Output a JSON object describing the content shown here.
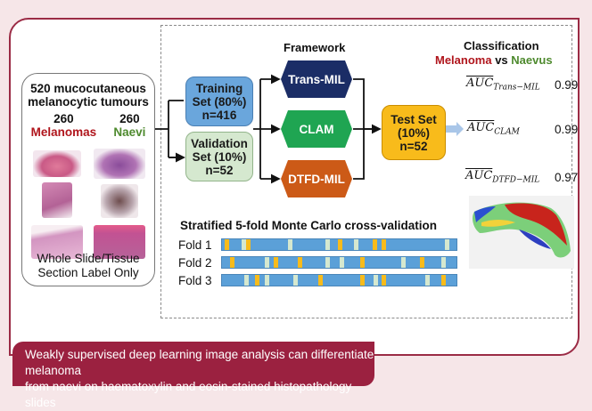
{
  "cohort": {
    "title_line1": "520 mucocutaneous",
    "title_line2": "melanocytic tumours",
    "melanoma_count": "260",
    "melanoma_label": "Melanomas",
    "naevi_count": "260",
    "naevi_label": "Naevi",
    "footer_line1": "Whole Slide/Tissue",
    "footer_line2": "Section Label Only"
  },
  "splits": {
    "training": [
      "Training",
      "Set (80%)",
      "n=416"
    ],
    "validation": [
      "Validation",
      "Set (10%)",
      "n=52"
    ],
    "test": [
      "Test Set",
      "(10%)",
      "n=52"
    ]
  },
  "framework": {
    "title": "Framework",
    "models": [
      "Trans-MIL",
      "CLAM",
      "DTFD-MIL"
    ]
  },
  "classification": {
    "title": "Classification",
    "class_a": "Melanoma",
    "vs": "vs",
    "class_b": "Naevus",
    "results": [
      {
        "metric": "AUC",
        "model": "Trans−MIL",
        "value": "0.99"
      },
      {
        "metric": "AUC",
        "model": "CLAM",
        "value": "0.99"
      },
      {
        "metric": "AUC",
        "model": "DTFD−MIL",
        "value": "0.97"
      }
    ]
  },
  "cross_validation": {
    "title": "Stratified 5-fold Monte Carlo cross-validation",
    "folds": [
      {
        "label": "Fold 1",
        "test_positions": [
          0.01,
          0.105,
          0.505,
          0.655,
          0.695
        ],
        "val_positions": [
          0.085,
          0.285,
          0.45,
          0.575,
          0.97
        ]
      },
      {
        "label": "Fold 2",
        "test_positions": [
          0.035,
          0.225,
          0.33,
          0.6,
          0.86
        ],
        "val_positions": [
          0.185,
          0.45,
          0.51,
          0.78,
          0.955
        ]
      },
      {
        "label": "Fold 3",
        "test_positions": [
          0.145,
          0.42,
          0.6,
          0.695,
          0.955
        ],
        "val_positions": [
          0.095,
          0.185,
          0.31,
          0.66,
          0.885
        ]
      }
    ]
  },
  "colors": {
    "brand": "#9b2140",
    "melanoma": "#b0151c",
    "naevus": "#4e8a2e",
    "train": "#6aa6dc",
    "validation": "#d5e8cf",
    "test": "#f8bb1b",
    "trans_mil": "#1b2d66",
    "clam": "#1fa552",
    "dtfd_mil": "#cc5a17"
  },
  "summary": {
    "line1": "Weakly supervised deep learning image analysis can differentiate melanoma",
    "line2": "from naevi on haematoxylin and eosin-stained histopathology slides"
  }
}
